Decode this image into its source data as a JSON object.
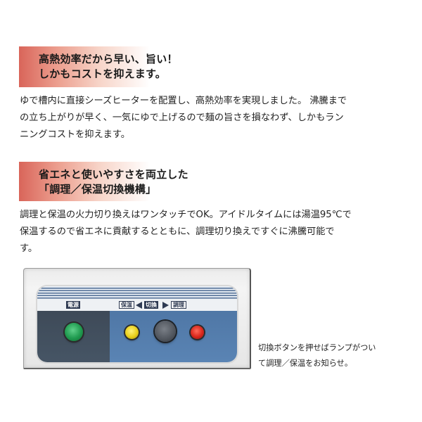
{
  "section1": {
    "heading_lines": [
      "高熱効率だから早い、旨い！",
      "しかもコストを抑えます。"
    ],
    "body_lines": [
      "ゆで槽内に直接シーズヒーターを配置し、高熱効率を実現しました。 沸騰まで",
      "の立ち上がりが早く、一気にゆで上げるので麺の旨さを損なわず、しかもラン",
      "ニングコストを抑えます。"
    ]
  },
  "section2": {
    "heading_lines": [
      "省エネと使いやすさを両立した",
      "「調理／保温切換機構」"
    ],
    "body_lines": [
      "調理と保温の火力切り換えはワンタッチでOK。アイドルタイムには湯温95℃で",
      "保温するので省エネに貢献するとともに、調理切り換えですぐに沸騰可能で",
      "す。"
    ]
  },
  "panel": {
    "power_label": "電源",
    "keep_warm_label": "保温",
    "switch_label": "切換",
    "cook_label": "調理",
    "lamps": {
      "power": "green",
      "keep_warm": "yellow",
      "cook": "red"
    },
    "colors": {
      "left_zone": "#465565",
      "right_zone": "#5a84b4",
      "label_dark": "#2e3a52"
    }
  },
  "caption": {
    "lines": [
      "切換ボタンを押せばランプがつい",
      "て調理／保温をお知らせ。"
    ]
  },
  "theme": {
    "heading_gradient_start": "#d9655a",
    "text_color": "#222222"
  }
}
